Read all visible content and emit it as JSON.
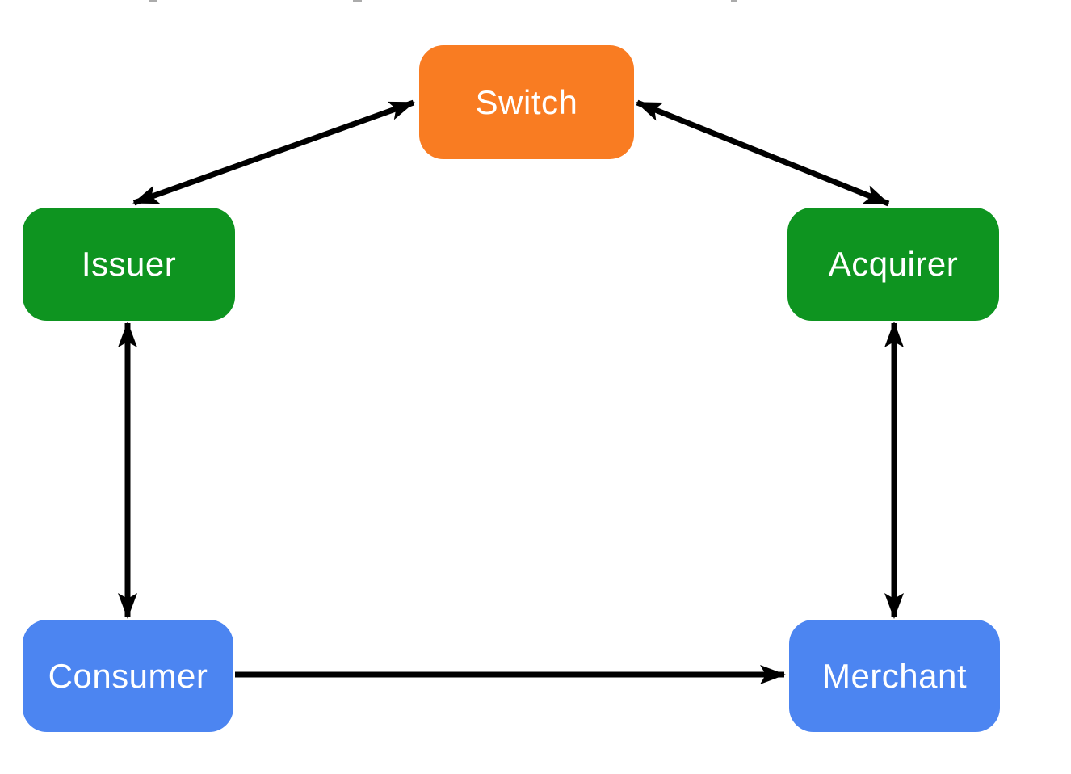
{
  "diagram": {
    "background_color": "#FFFFFF",
    "arrow_color": "#000000",
    "nodes": [
      {
        "id": "switch",
        "label": "Switch",
        "fill_color": "#F97C22",
        "text_color": "#FFFFFF",
        "shape": "rounded-rectangle",
        "position": "top-center"
      },
      {
        "id": "issuer",
        "label": "Issuer",
        "fill_color": "#0E9420",
        "text_color": "#FFFFFF",
        "shape": "rounded-rectangle",
        "position": "middle-left"
      },
      {
        "id": "acquirer",
        "label": "Acquirer",
        "fill_color": "#0E9420",
        "text_color": "#FFFFFF",
        "shape": "rounded-rectangle",
        "position": "middle-right"
      },
      {
        "id": "consumer",
        "label": "Consumer",
        "fill_color": "#4C85F1",
        "text_color": "#FFFFFF",
        "shape": "rounded-rectangle",
        "position": "bottom-left"
      },
      {
        "id": "merchant",
        "label": "Merchant",
        "fill_color": "#4C85F1",
        "text_color": "#FFFFFF",
        "shape": "rounded-rectangle",
        "position": "bottom-right"
      }
    ],
    "edges": [
      {
        "from": "Issuer",
        "to": "Switch",
        "arrows": "both-ends"
      },
      {
        "from": "Switch",
        "to": "Acquirer",
        "arrows": "both-ends"
      },
      {
        "from": "Issuer",
        "to": "Consumer",
        "arrows": "both-ends"
      },
      {
        "from": "Acquirer",
        "to": "Merchant",
        "arrows": "both-ends"
      },
      {
        "from": "Consumer",
        "to": "Merchant",
        "arrows": "end-only"
      }
    ]
  }
}
